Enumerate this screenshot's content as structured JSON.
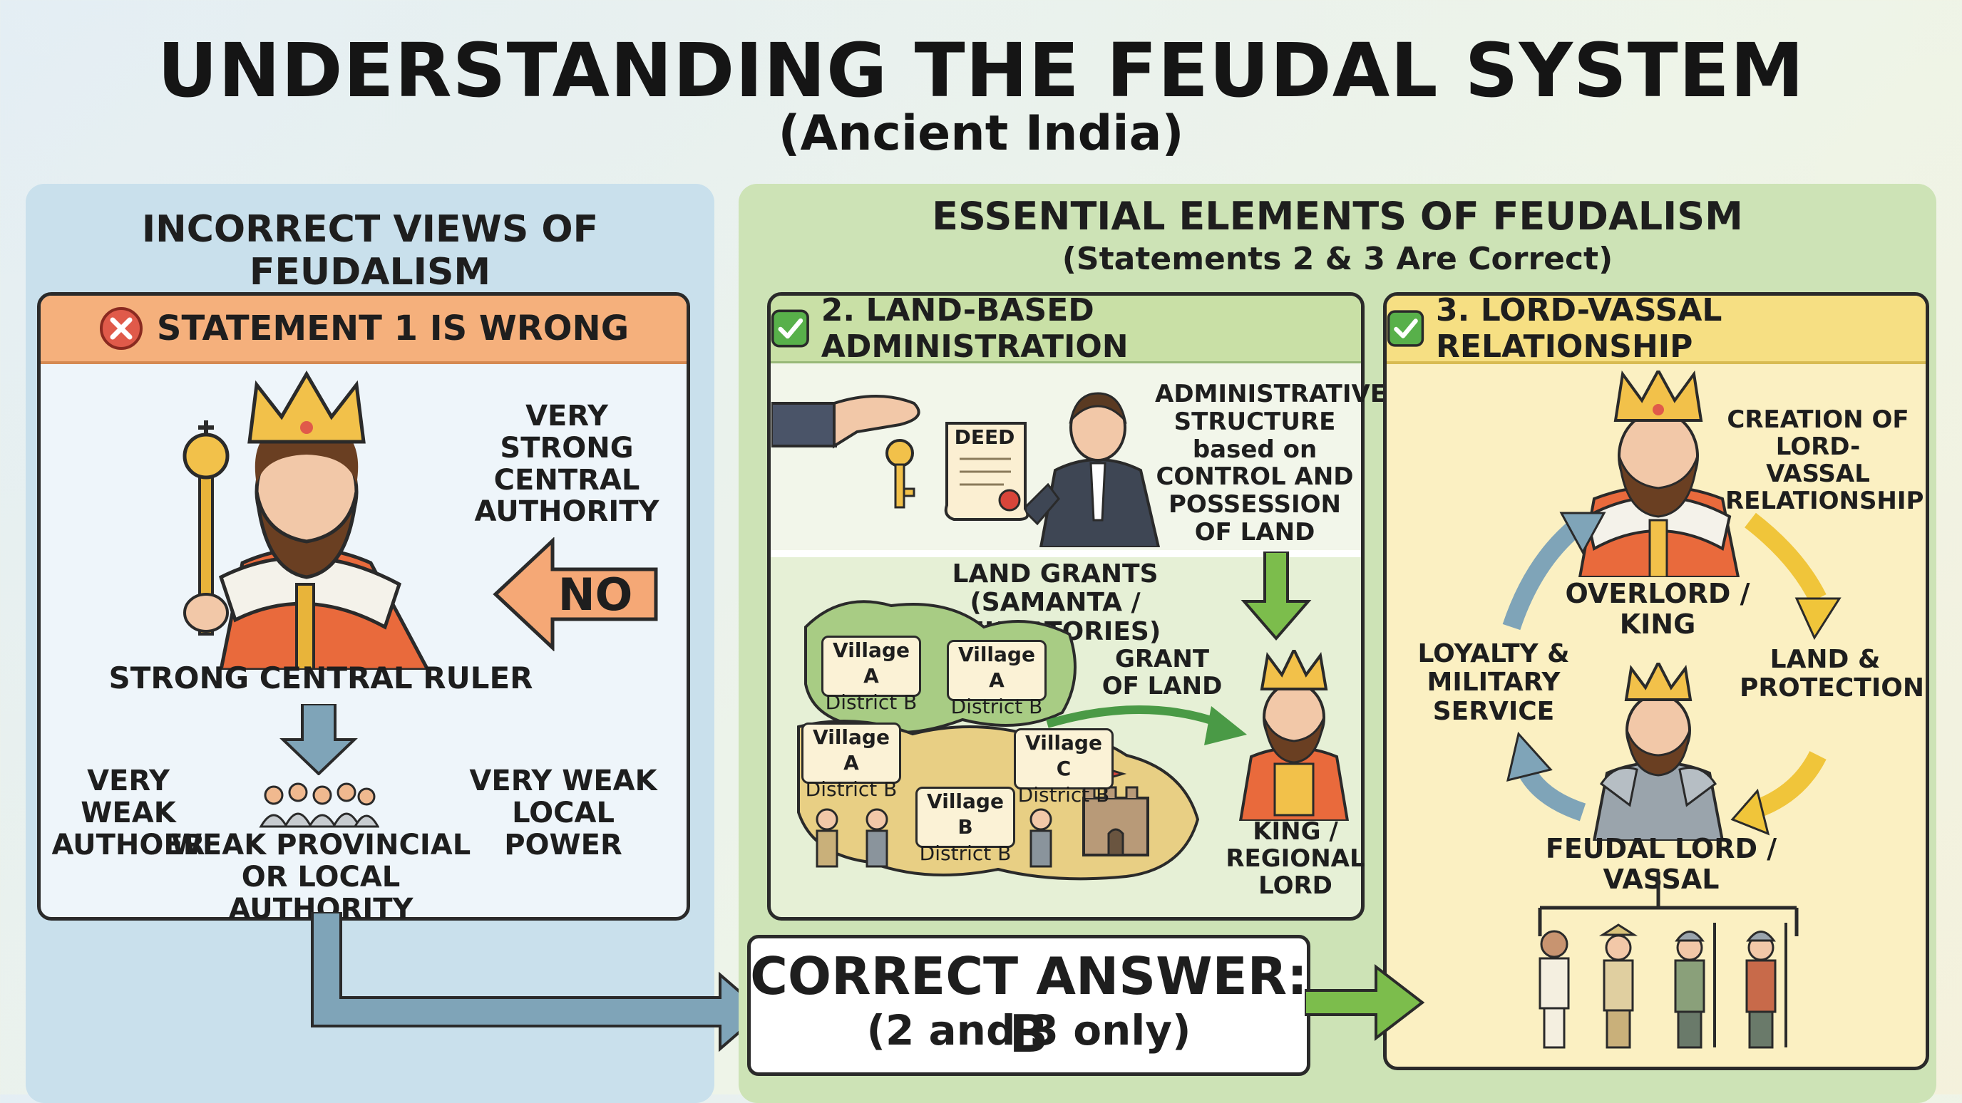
{
  "title": "UNDERSTANDING THE FEUDAL SYSTEM",
  "subtitle": "(Ancient India)",
  "left": {
    "heading": "INCORRECT VIEWS OF FEUDALISM",
    "card_title": "STATEMENT 1 IS WRONG",
    "strong_authority": "VERY STRONG CENTRAL AUTHORITY",
    "no_label": "NO",
    "ruler_label": "STRONG CENTRAL RULER",
    "weak_author": "VERY WEAK AUTHOER",
    "weak_local": "VERY WEAK LOCAL POWER",
    "weak_provincial": "WEAK PROVINCIAL OR LOCAL AUTHORITY"
  },
  "right": {
    "heading": "ESSENTIAL ELEMENTS OF FEUDALISM",
    "subheading": "(Statements 2 & 3 Are Correct)"
  },
  "land_admin": {
    "title": "2. LAND-BASED ADMINISTRATION",
    "deed": "DEED",
    "structure": "ADMINISTRATIVE STRUCTURE based on CONTROL AND POSSESSION OF LAND",
    "grants": "LAND GRANTS (SAMANTA / FEUDATORIES)",
    "grant_of_land": "GRANT OF LAND",
    "king_regional": "KING / REGIONAL LORD",
    "villages": [
      {
        "name": "Village A",
        "district": "District B"
      },
      {
        "name": "Village A",
        "district": "District B"
      },
      {
        "name": "Village A",
        "district": "District B"
      },
      {
        "name": "Village C",
        "district": "District B"
      },
      {
        "name": "Village B",
        "district": "District B"
      }
    ]
  },
  "lord_vassal": {
    "title": "3. LORD-VASSAL RELATIONSHIP",
    "creation": "CREATION OF LORD-VASSAL RELATIONSHIP",
    "overlord": "OVERLORD / KING",
    "land_protection": "LAND & PROTECTION",
    "loyalty": "LOYALTY & MILITARY SERVICE",
    "vassal": "FEUDAL LORD / VASSAL"
  },
  "answer": {
    "main": "CORRECT ANSWER: B",
    "detail": "(2 and 3 only)"
  },
  "colors": {
    "left_bg": "#c9e0ec",
    "right_bg": "#cde3b6",
    "wrong_header": "#f5b07c",
    "land_header": "#c9e0a6",
    "vassal_header": "#f6df83",
    "arrow_blue": "#7fa4b8",
    "arrow_green": "#7cbd4c",
    "arrow_yellow": "#f0c53a"
  }
}
